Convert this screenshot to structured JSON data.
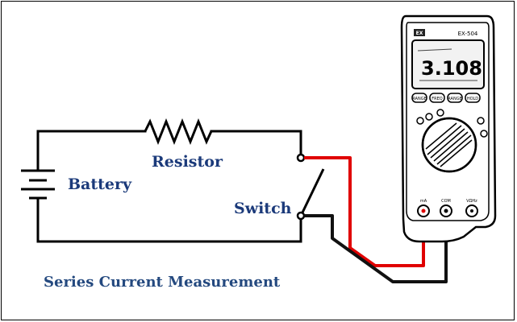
{
  "labels": {
    "battery": "Battery",
    "resistor": "Resistor",
    "switch": "Switch",
    "caption": "Series Current Measurement"
  },
  "meter": {
    "brand": "EX",
    "model": "EX-504",
    "reading": "3.108",
    "buttons": [
      "RANGE",
      "FREQ",
      "RANGE",
      "HOLD"
    ],
    "jacks": [
      "mA",
      "COM",
      "VΩHz"
    ]
  },
  "colors": {
    "wire": "#000000",
    "red_lead": "#e00000",
    "black_lead": "#111111",
    "label": "#1b3a7a",
    "meter_body": "#ffffff"
  },
  "icons": [
    "battery-symbol",
    "resistor-symbol",
    "switch-symbol",
    "multimeter",
    "rotary-dial"
  ]
}
